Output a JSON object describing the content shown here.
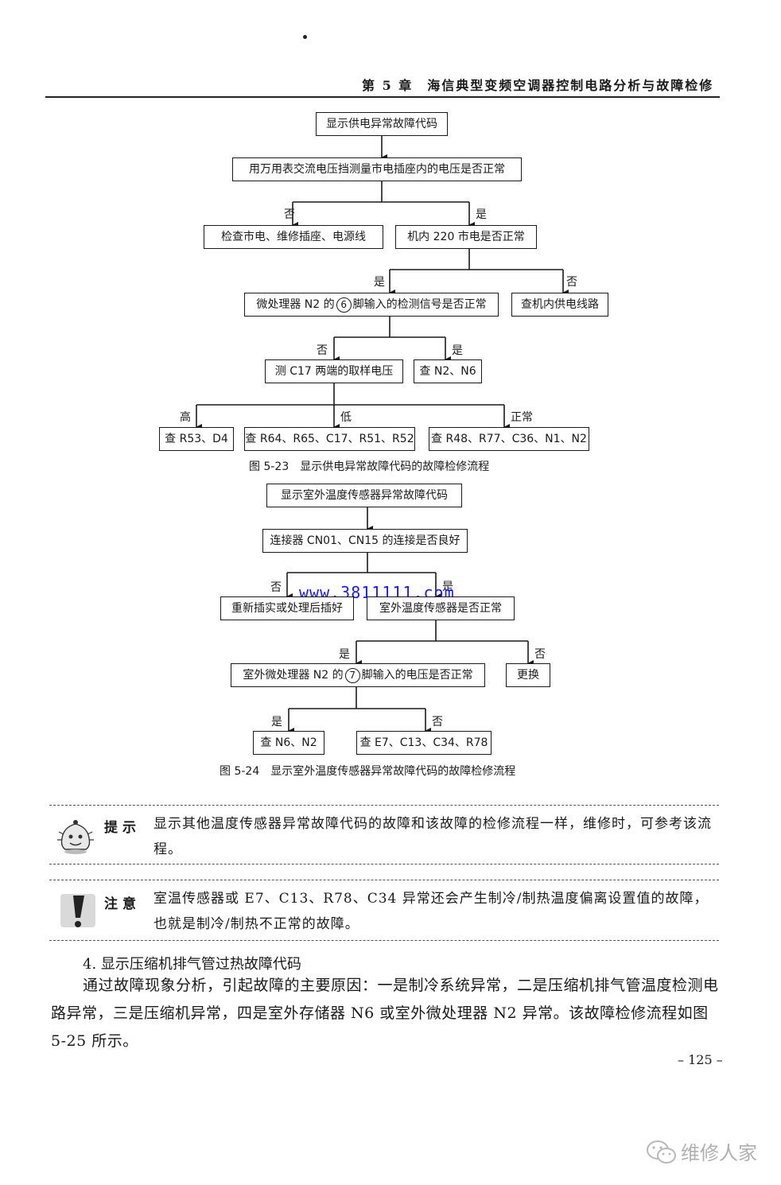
{
  "header": {
    "title": "第 5 章　海信典型变频空调器控制电路分析与故障检修"
  },
  "flow1": {
    "n1": "显示供电异常故障代码",
    "n2": "用万用表交流电压挡测量市电插座内的电压是否正常",
    "n3_left": "检查市电、维修插座、电源线",
    "n3_right": "机内 220 市电是否正常",
    "n4_left_a": "微处理器 N2 的",
    "n4_left_pin": "6",
    "n4_left_b": "脚输入的检测信号是否正常",
    "n4_right": "查机内供电线路",
    "n5_left": "测 C17 两端的取样电压",
    "n5_right": "查 N2、N6",
    "n6_a": "查 R53、D4",
    "n6_b": "查 R64、R65、C17、R51、R52",
    "n6_c": "查 R48、R77、C36、N1、N2",
    "lbl_no1": "否",
    "lbl_yes1": "是",
    "lbl_yes2": "是",
    "lbl_no2": "否",
    "lbl_no3": "否",
    "lbl_yes3": "是",
    "lbl_high": "高",
    "lbl_low": "低",
    "lbl_normal": "正常",
    "caption": "图 5-23　显示供电异常故障代码的故障检修流程"
  },
  "flow2": {
    "n1": "显示室外温度传感器异常故障代码",
    "n2": "连接器 CN01、CN15 的连接是否良好",
    "n3_left": "重新插实或处理后插好",
    "n3_right": "室外温度传感器是否正常",
    "n4_left_a": "室外微处理器 N2 的",
    "n4_left_pin": "7",
    "n4_left_b": "脚输入的电压是否正常",
    "n4_right": "更换",
    "n5_left": "查 N6、N2",
    "n5_right": "查 E7、C13、C34、R78",
    "lbl_no1": "否",
    "lbl_yes1": "是",
    "lbl_yes2": "是",
    "lbl_no2": "否",
    "lbl_yes3": "是",
    "lbl_no3": "否",
    "caption": "图 5-24　显示室外温度传感器异常故障代码的故障检修流程"
  },
  "watermark": "www.3811111.com",
  "tip": {
    "label": "提示",
    "text": "显示其他温度传感器异常故障代码的故障和该故障的检修流程一样，维修时，可参考该流程。"
  },
  "notice": {
    "label": "注意",
    "text": "室温传感器或 E7、C13、R78、C34 异常还会产生制冷/制热温度偏离设置值的故障，也就是制冷/制热不正常的故障。"
  },
  "section": {
    "heading": "4.  显示压缩机排气管过热故障代码",
    "paragraph": "通过故障现象分析，引起故障的主要原因：一是制冷系统异常，二是压缩机排气管温度检测电路异常，三是压缩机异常，四是室外存储器 N6 或室外微处理器 N2 异常。该故障检修流程如图 5-25 所示。"
  },
  "page_number": "– 125 –",
  "footer_brand": "维修人家"
}
